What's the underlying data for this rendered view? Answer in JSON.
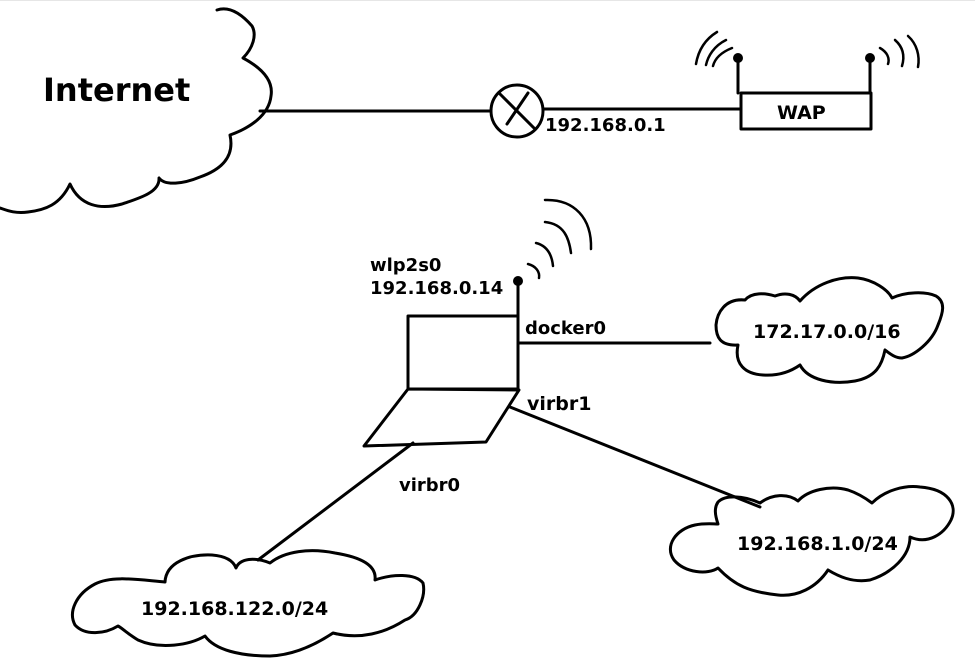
{
  "internet": {
    "label": "Internet"
  },
  "router": {
    "ip": "192.168.0.1"
  },
  "wap": {
    "label": "WAP"
  },
  "laptop": {
    "iface": "wlp2s0",
    "ip": "192.168.0.14"
  },
  "links": {
    "docker": "docker0",
    "virbr1": "virbr1",
    "virbr0": "virbr0"
  },
  "networks": {
    "docker": "172.17.0.0/16",
    "virbr1": "192.168.1.0/24",
    "virbr0": "192.168.122.0/24"
  }
}
